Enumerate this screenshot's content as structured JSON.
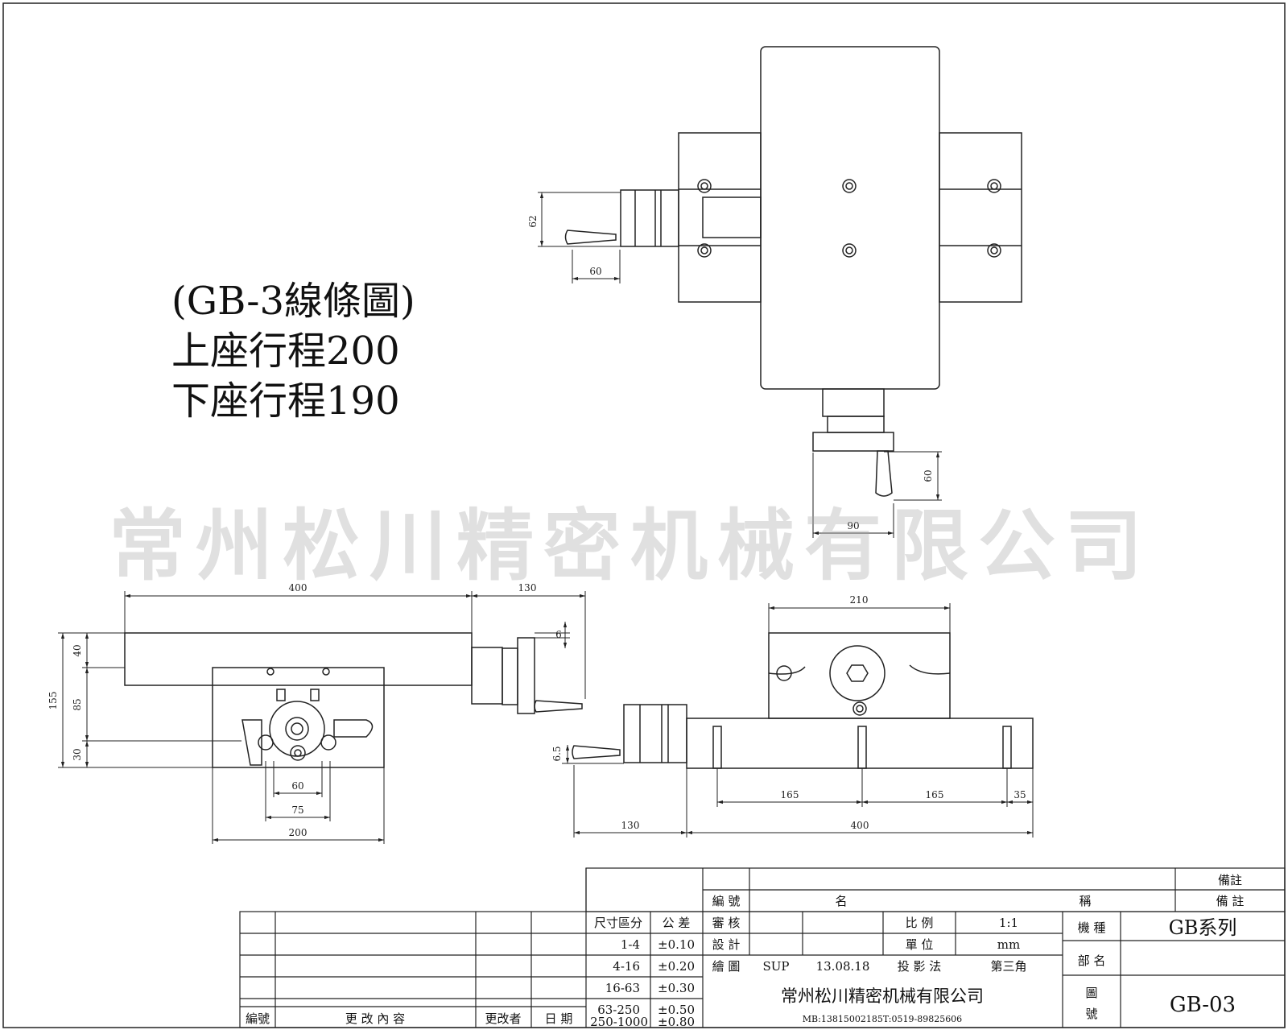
{
  "heading": {
    "line1": "(GB-3線條圖)",
    "line2": "上座行程200",
    "line3": "下座行程190"
  },
  "watermark": "常州松川精密机械有限公司",
  "dimensions": {
    "top_view": {
      "handwheel_height": "62",
      "handle_length": "60",
      "front_handle_height": "60",
      "front_handle_width": "90"
    },
    "side_view": {
      "table_length": "400",
      "handwheel_extension": "130",
      "table_height": "40",
      "base_height": "85",
      "foot_height": "30",
      "total_height": "155",
      "handle_offset": "6",
      "inner_width_a": "60",
      "inner_width_b": "75",
      "base_width": "200"
    },
    "front_view": {
      "table_width": "210",
      "handle_offset": "6.5",
      "hole_spacing_1": "165",
      "hole_spacing_2": "165",
      "edge_offset": "35",
      "handwheel_extension": "130",
      "base_length": "400"
    }
  },
  "title_table": {
    "header_remarks_small": "備註",
    "header_number": "編 號",
    "header_name_1": "名",
    "header_name_2": "稱",
    "header_remarks": "備  註",
    "tolerance_header_1": "尺寸區分",
    "tolerance_header_2": "公 差",
    "tolerances": [
      {
        "range": "1-4",
        "value": "±0.10"
      },
      {
        "range": "4-16",
        "value": "±0.20"
      },
      {
        "range": "16-63",
        "value": "±0.30"
      },
      {
        "range": "63-250",
        "value": "±0.50"
      },
      {
        "range": "250-1000",
        "value": "±0.80"
      }
    ],
    "revision_footer": {
      "number": "編號",
      "content": "更 改 內 容",
      "changer": "更改者",
      "date": "日  期"
    },
    "review_label": "審 核",
    "design_label": "設 計",
    "drawing_label": "繪 圖",
    "drawer": "SUP",
    "draw_date": "13.08.18",
    "scale_label": "比   例",
    "scale_value": "1:1",
    "unit_label": "單   位",
    "unit_value": "mm",
    "projection_label": "投 影 法",
    "projection_value": "第三角",
    "model_label": "機 種",
    "model_value": "GB系列",
    "part_name_label": "部 名",
    "company": "常州松川精密机械有限公司",
    "contact": "MB:13815002185T:0519-89825606",
    "drawing_no_label_1": "圖",
    "drawing_no_label_2": "號",
    "drawing_no": "GB-03"
  }
}
